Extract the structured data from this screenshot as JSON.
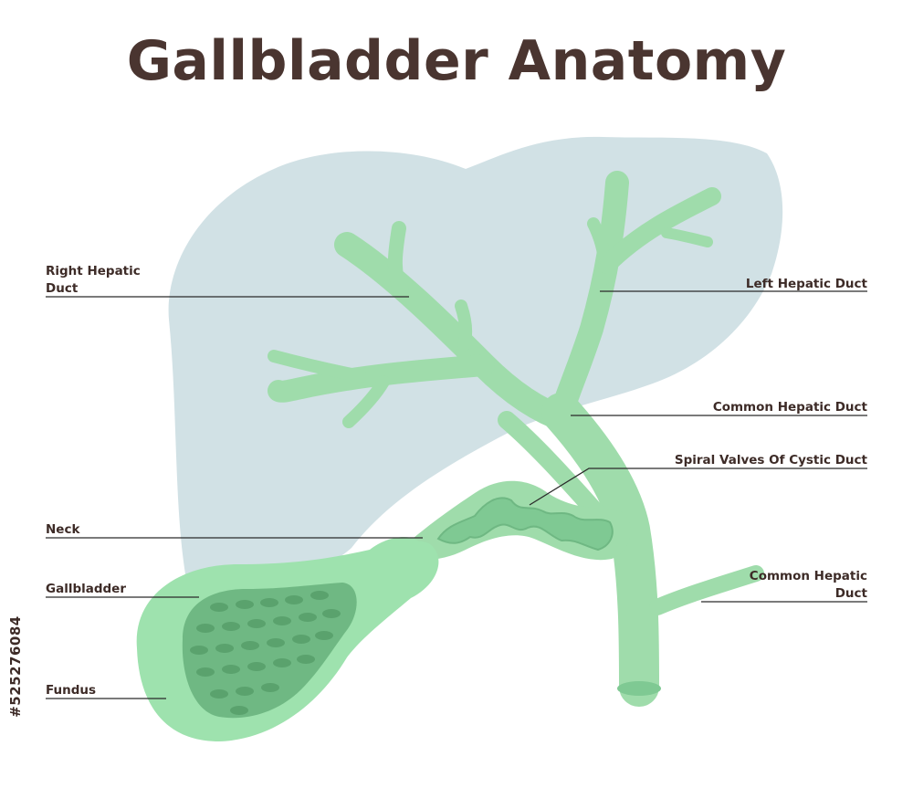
{
  "title": "Gallbladder Anatomy",
  "stock_id": "#525276084",
  "labels": {
    "right_hepatic_duct": "Right Hepatic\nDuct",
    "left_hepatic_duct": "Left Hepatic Duct",
    "common_hepatic_duct_upper": "Common Hepatic Duct",
    "spiral_valves": "Spiral Valves Of Cystic Duct",
    "neck": "Neck",
    "gallbladder": "Gallbladder",
    "common_hepatic_duct_lower": "Common Hepatic\nDuct",
    "fundus": "Fundus"
  },
  "colors": {
    "title": "#4a3530",
    "label_text": "#3d2b27",
    "leader_line": "#2a2a2a",
    "liver": "#d1e1e5",
    "duct": "#9fdcab",
    "duct_dark": "#7fc993",
    "gallbladder_outer": "#9ee2ae",
    "gallbladder_inner": "#6fb883",
    "gallbladder_spots": "#5aa26d"
  }
}
